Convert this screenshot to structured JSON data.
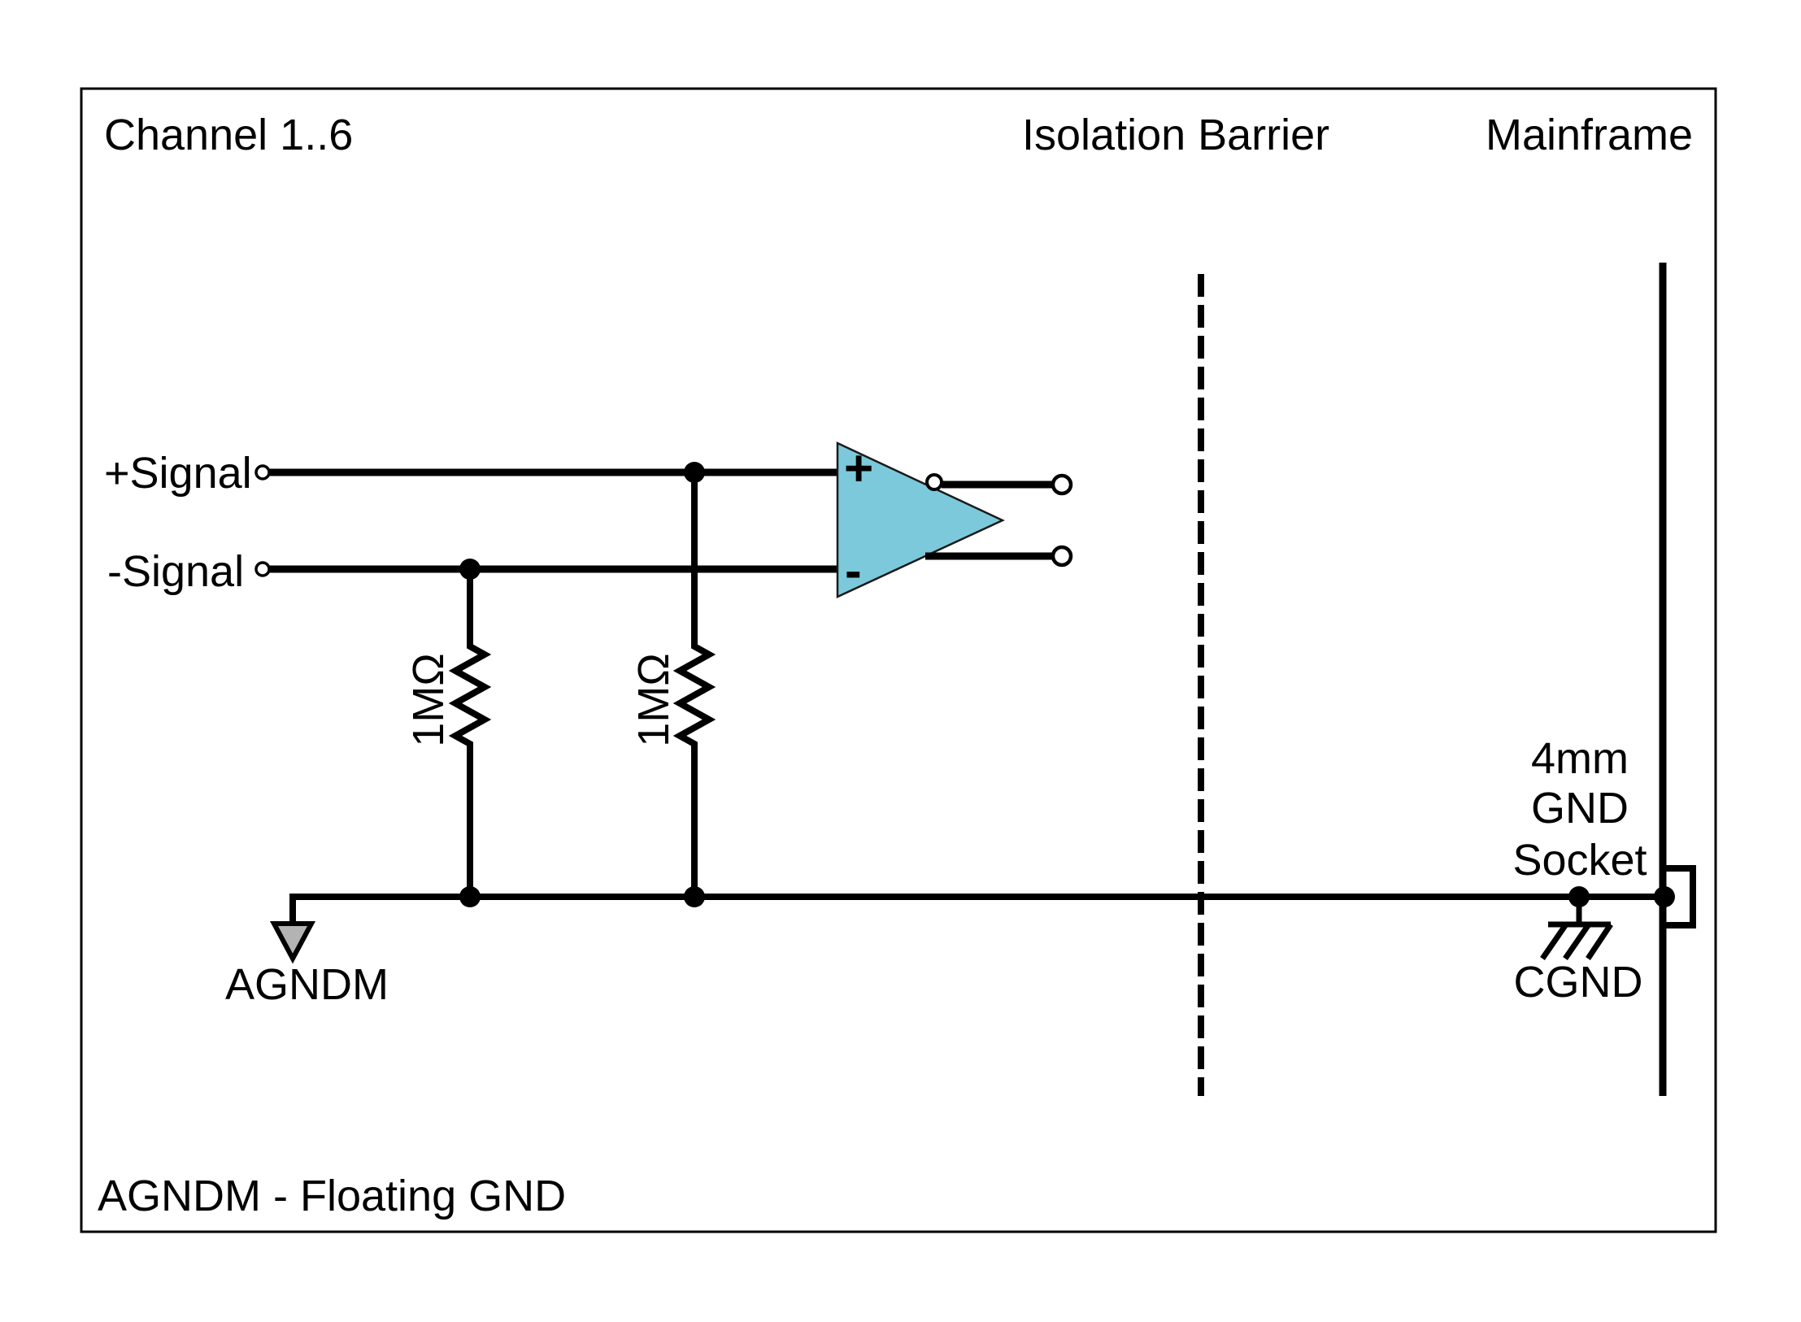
{
  "diagram": {
    "title": "Channel 1..6",
    "regions": {
      "isolation_barrier": "Isolation Barrier",
      "mainframe": "Mainframe"
    },
    "inputs": {
      "plus": "+Signal",
      "minus": "-Signal"
    },
    "resistors": {
      "r1": "1MΩ",
      "r2": "1MΩ"
    },
    "opamp": {
      "plus": "+",
      "minus": "-"
    },
    "grounds": {
      "agndm": "AGNDM",
      "cgnd": "CGND",
      "socket_line1": "4mm",
      "socket_line2": "GND",
      "socket_line3": "Socket"
    },
    "footnote": "AGNDM - Floating GND",
    "colors": {
      "wire": "#000000",
      "opamp_fill": "#7CC9DB",
      "opamp_stroke": "#1A1A1A",
      "agndm_arrow_fill": "#B3B3B3",
      "border": "#000000",
      "background": "#FFFFFF"
    }
  }
}
